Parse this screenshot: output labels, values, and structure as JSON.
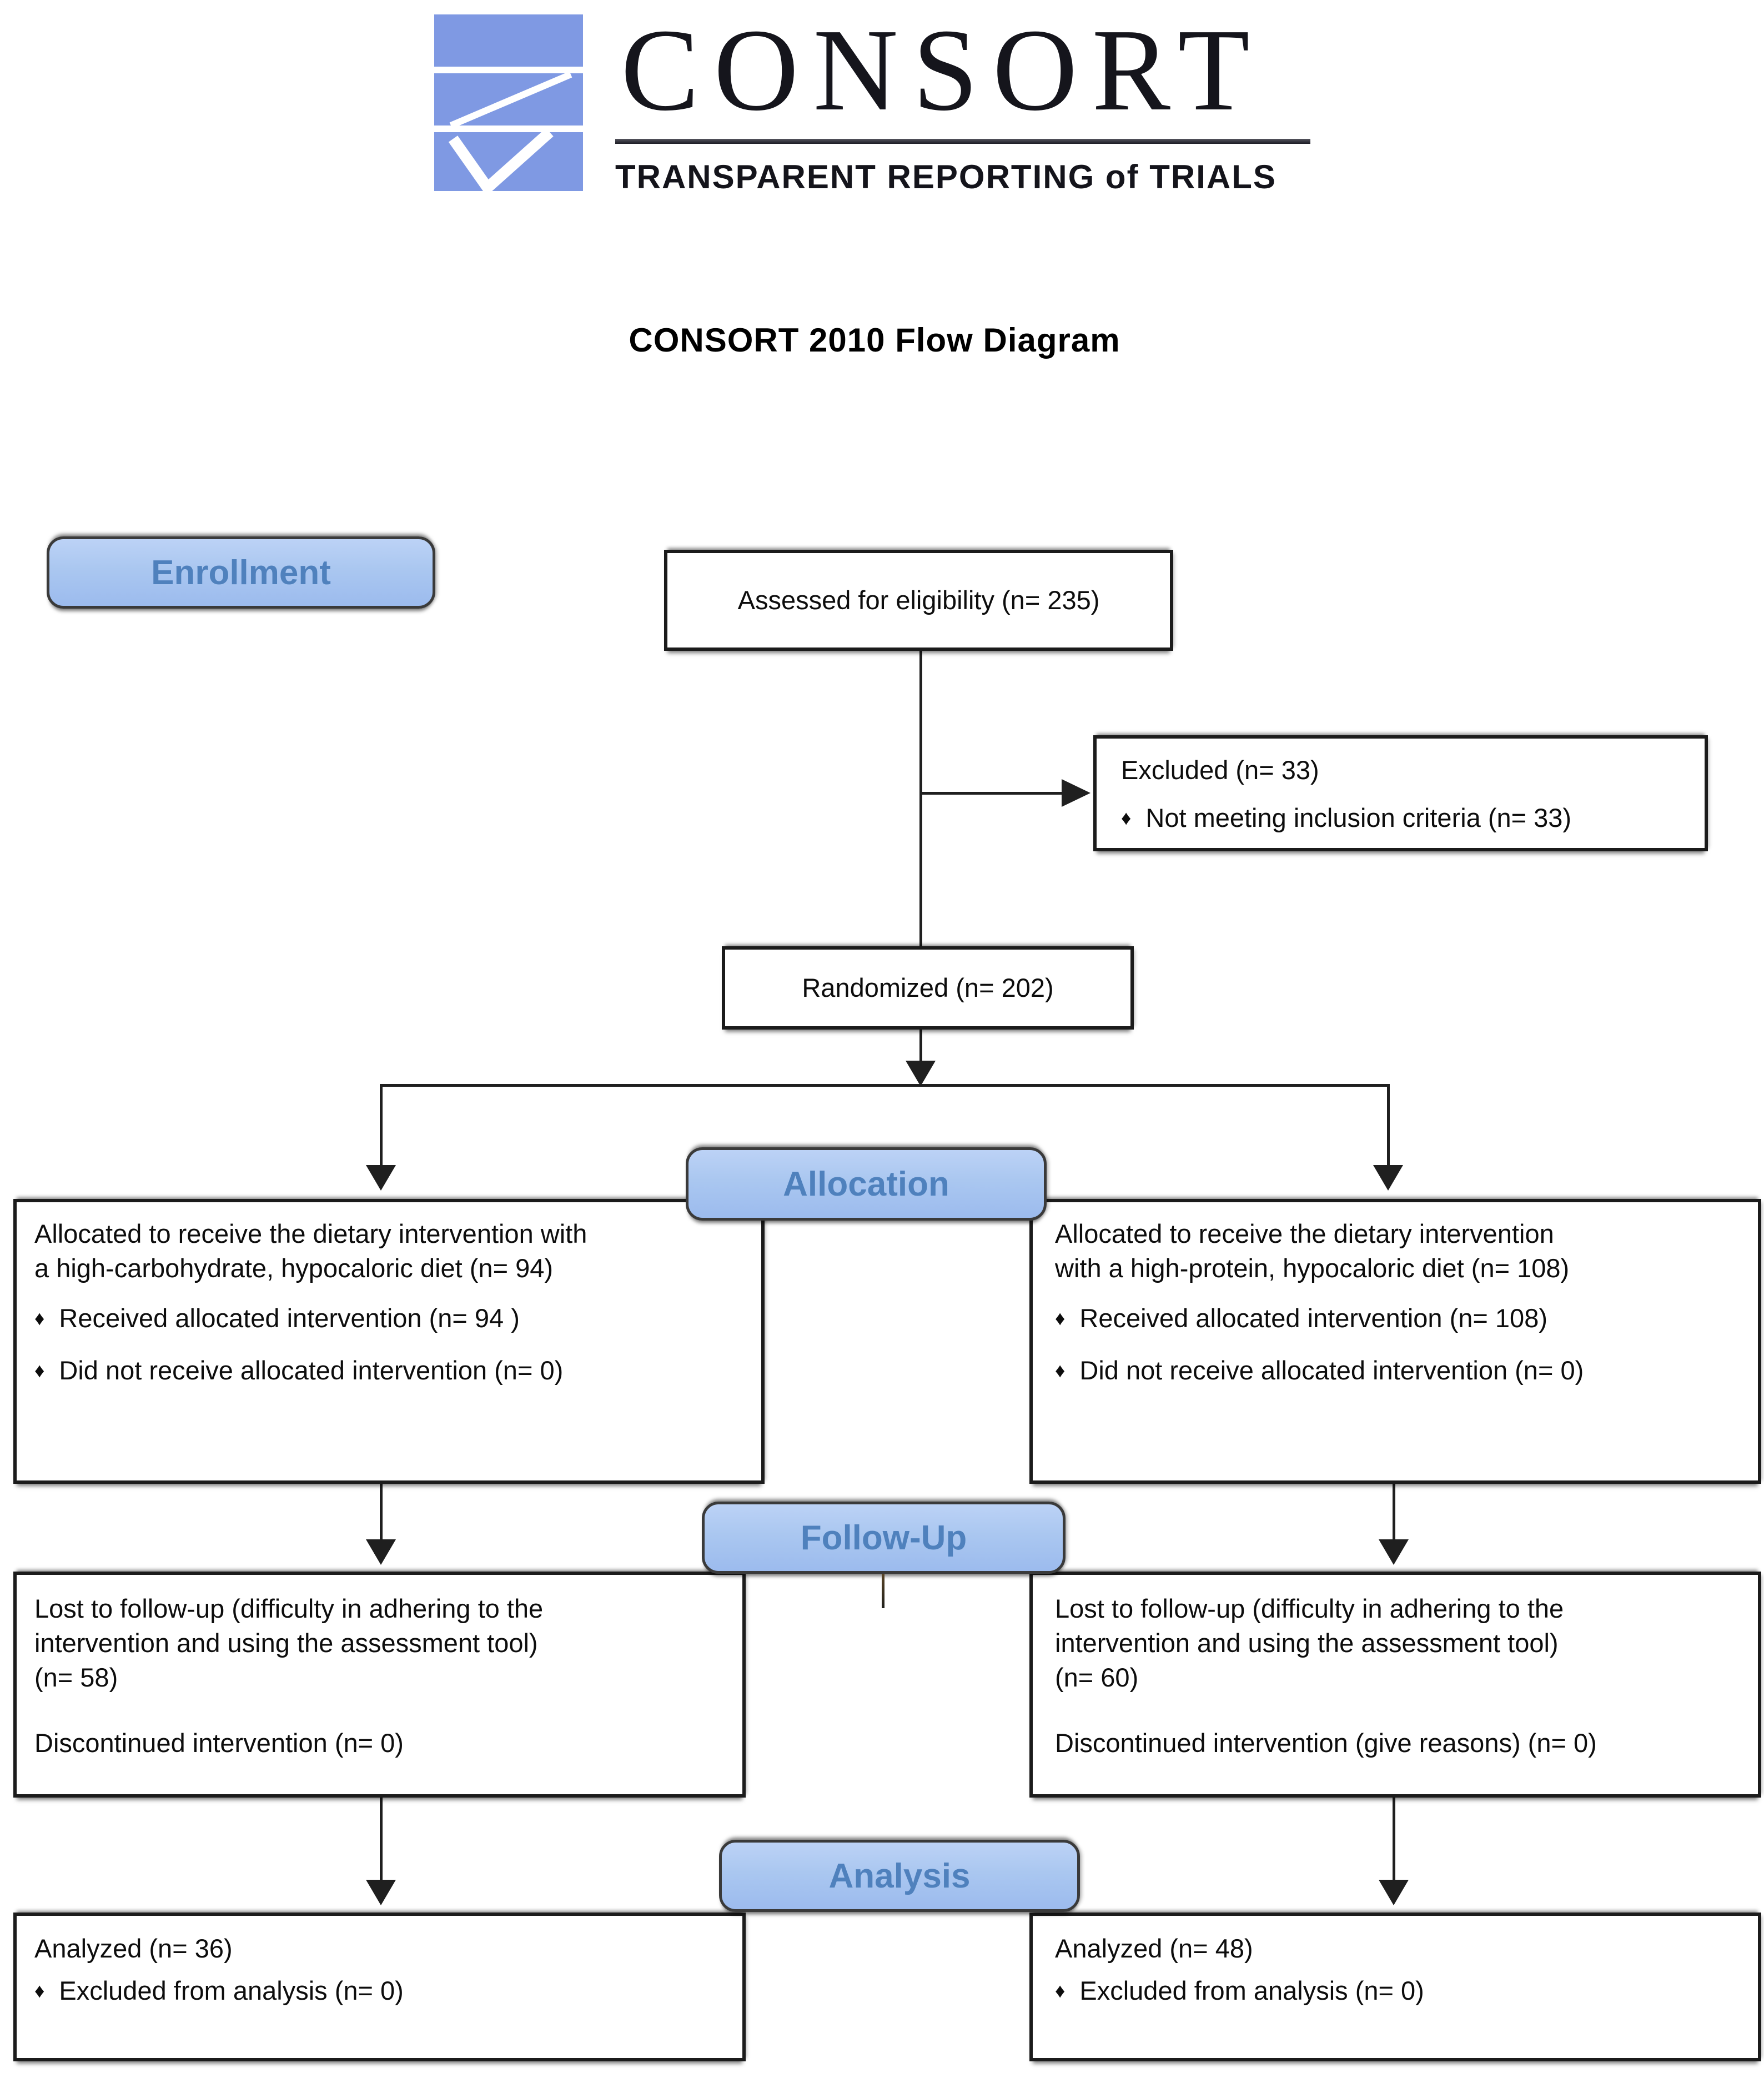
{
  "logo": {
    "brand": "CONSORT",
    "tagline": "TRANSPARENT REPORTING of TRIALS",
    "icon": "consort-logo-icon"
  },
  "title": "CONSORT 2010 Flow Diagram",
  "labels": {
    "enrollment": "Enrollment",
    "allocation": "Allocation",
    "follow_up": "Follow-Up",
    "analysis": "Analysis"
  },
  "boxes": {
    "assessed": {
      "text": "Assessed for eligibility (n= 235)"
    },
    "excluded": {
      "title": "Excluded (n= 33)",
      "bullets": [
        "Not meeting inclusion criteria (n= 33)"
      ]
    },
    "randomized": {
      "text": "Randomized (n= 202)"
    },
    "allocation_left": {
      "line1": "Allocated to receive the dietary intervention with",
      "line2": "a high-carbohydrate, hypocaloric diet (n= 94)",
      "bullets": [
        "Received allocated intervention (n= 94 )",
        "Did not receive allocated intervention (n= 0)"
      ]
    },
    "allocation_right": {
      "line1": "Allocated to receive the dietary intervention",
      "line2": "with a high-protein, hypocaloric diet (n= 108)",
      "bullets": [
        "Received allocated intervention (n= 108)",
        "Did not receive allocated intervention (n= 0)"
      ]
    },
    "followup_left": {
      "line1": "Lost to follow-up (difficulty in adhering to the",
      "line2": "intervention and using the assessment tool)",
      "line3": "(n= 58)",
      "para2": "Discontinued intervention (n= 0)"
    },
    "followup_right": {
      "line1": "Lost to follow-up (difficulty in adhering to the",
      "line2": "intervention and using the assessment tool)",
      "line3": "(n= 60)",
      "para2": "Discontinued intervention (give reasons) (n= 0)"
    },
    "analysis_left": {
      "title": "Analyzed (n= 36)",
      "bullets": [
        "Excluded from analysis (n= 0)"
      ]
    },
    "analysis_right": {
      "title": "Analyzed (n= 48)",
      "bullets": [
        "Excluded from analysis (n= 0)"
      ]
    }
  },
  "glyphs": {
    "bullet": "♦"
  },
  "colors": {
    "label_fill": "#aac7f0",
    "label_text": "#4f81bd",
    "logo_blue": "#7f99e3",
    "line": "#1f1f1f"
  }
}
